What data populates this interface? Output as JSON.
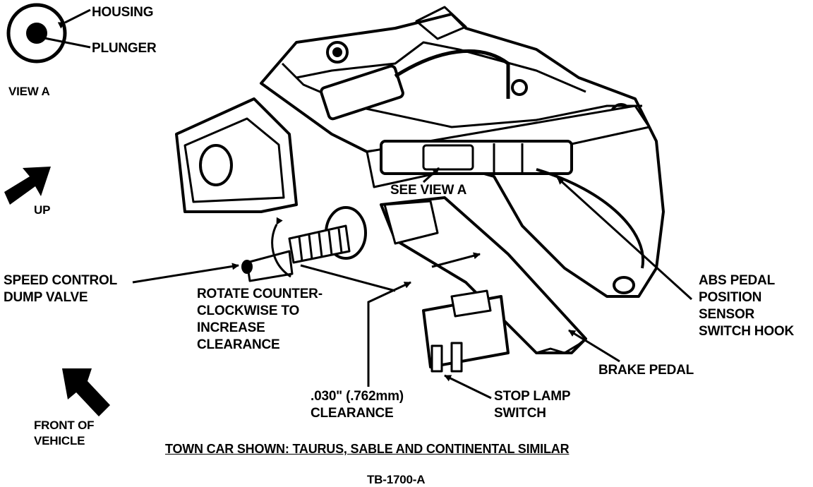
{
  "view_a": {
    "title": "VIEW A",
    "housing_label": "HOUSING",
    "plunger_label": "PLUNGER"
  },
  "direction": {
    "up_label": "UP",
    "front_label": [
      "FRONT OF",
      "VEHICLE"
    ]
  },
  "callouts": {
    "see_view_a": "SEE VIEW A",
    "speed_control": [
      "SPEED CONTROL",
      "DUMP VALVE"
    ],
    "rotate": [
      "ROTATE COUNTER-",
      "CLOCKWISE TO",
      "INCREASE",
      "CLEARANCE"
    ],
    "clearance": [
      ".030\" (.762mm)",
      "CLEARANCE"
    ],
    "stop_lamp": [
      "STOP LAMP",
      "SWITCH"
    ],
    "brake_pedal": "BRAKE PEDAL",
    "abs": [
      "ABS PEDAL",
      "POSITION",
      "SENSOR",
      "SWITCH HOOK"
    ]
  },
  "caption": "TOWN CAR SHOWN: TAURUS, SABLE AND CONTINENTAL SIMILAR",
  "figure_id": "TB-1700-A"
}
